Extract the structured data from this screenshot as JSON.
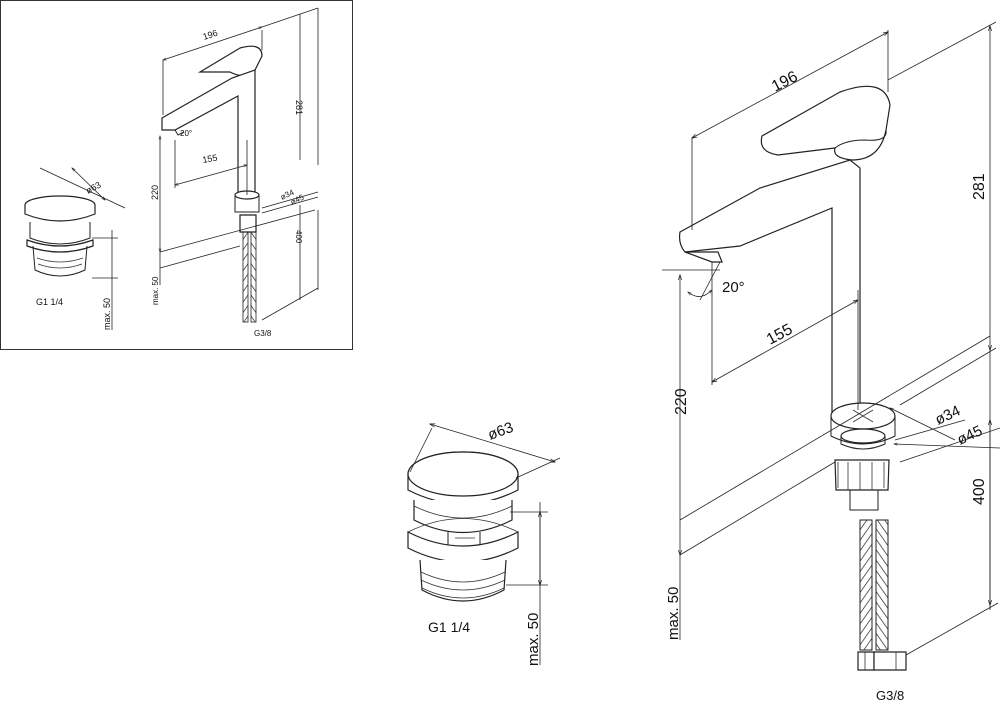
{
  "diagram": {
    "thumbnail": {
      "drain": {
        "diameter": "ø63",
        "max_height": "max. 50",
        "thread": "G1 1/4"
      },
      "faucet": {
        "width": "196",
        "height": "281",
        "angle": "20°",
        "reach": "155",
        "spout_height": "220",
        "base_inner": "ø34",
        "base_outer": "ø45",
        "hose_length": "400",
        "max_thickness": "max. 50",
        "hose_thread": "G3/8"
      }
    },
    "main": {
      "drain": {
        "diameter": "ø63",
        "max_height": "max. 50",
        "thread": "G1 1/4"
      },
      "faucet": {
        "width": "196",
        "height": "281",
        "angle": "20°",
        "reach": "155",
        "spout_height": "220",
        "base_inner": "ø34",
        "base_outer": "ø45",
        "hose_length": "400",
        "max_thickness": "max. 50",
        "hose_thread": "G3/8"
      }
    }
  }
}
